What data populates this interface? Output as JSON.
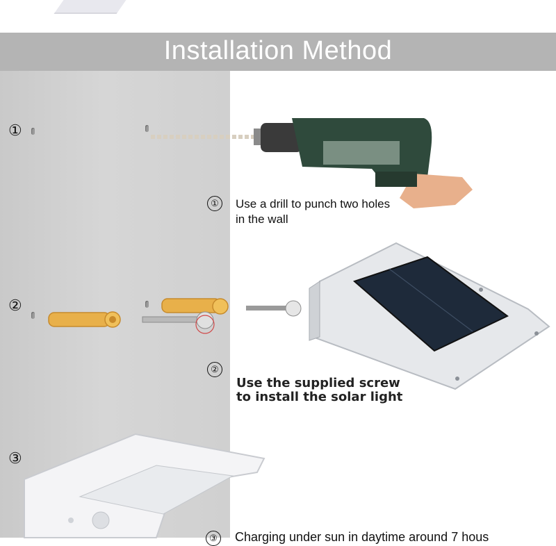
{
  "banner": {
    "title": "Installation Method"
  },
  "steps": [
    {
      "num": "①",
      "caption": "Use a drill to punch two holes in the wall"
    },
    {
      "num": "②",
      "caption": "Use the supplied screw to install the solar light"
    },
    {
      "num": "③",
      "caption": "Charging under sun in daytime around 7 hous"
    }
  ],
  "colors": {
    "banner_bg": "#b4b4b4",
    "wall_bg": "#d0d0d0",
    "anchor_yellow": "#e8b04a",
    "drill_green": "#2f4a3c"
  }
}
